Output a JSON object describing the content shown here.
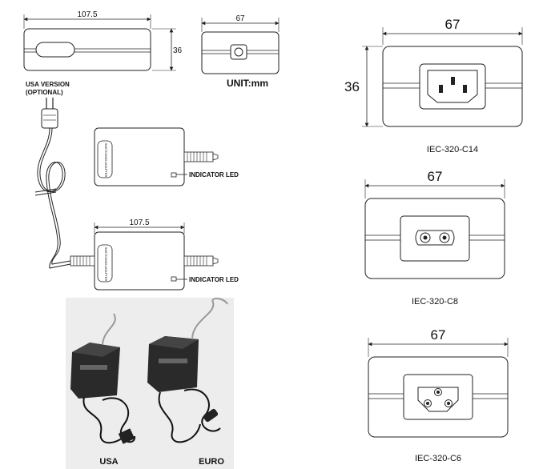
{
  "top_dims": {
    "length": "107.5",
    "height": "36",
    "width": "67",
    "unit": "UNIT:mm"
  },
  "usa_version": {
    "line1": "USA VERSION",
    "line2": "(OPTIONAL)"
  },
  "adapter": {
    "body_text": "SWITCHING ADAPTER",
    "indicator_1": "INDICATOR LED",
    "indicator_2": "INDICATOR LED",
    "length_2": "107.5"
  },
  "photo": {
    "left_label": "USA",
    "right_label": "EURO"
  },
  "connectors": [
    {
      "width": "67",
      "height": "36",
      "caption": "IEC-320-C14"
    },
    {
      "width": "67",
      "caption": "IEC-320-C8"
    },
    {
      "width": "67",
      "caption": "IEC-320-C6"
    }
  ],
  "colors": {
    "line": "#222222",
    "photo_bg": "#e6e6e6",
    "adapter_body": "#2a2a2a"
  }
}
